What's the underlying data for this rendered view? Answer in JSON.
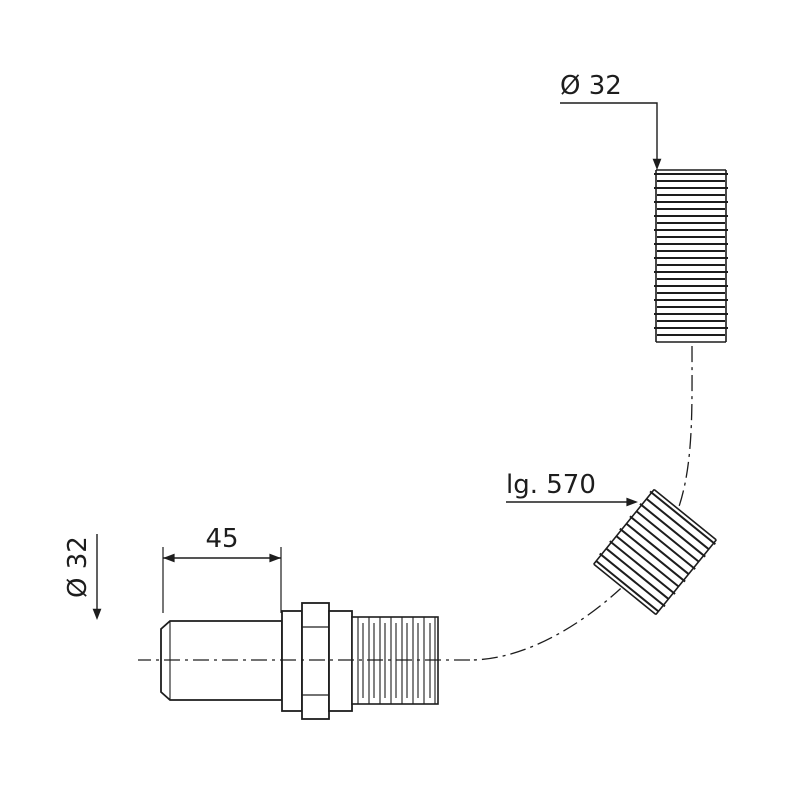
{
  "labels": {
    "diameter_top": "Ø 32",
    "diameter_left": "Ø 32",
    "inlet_length": "45",
    "hose_length": "lg. 570"
  },
  "colors": {
    "line": "#1d1d1d",
    "background": "#ffffff"
  }
}
